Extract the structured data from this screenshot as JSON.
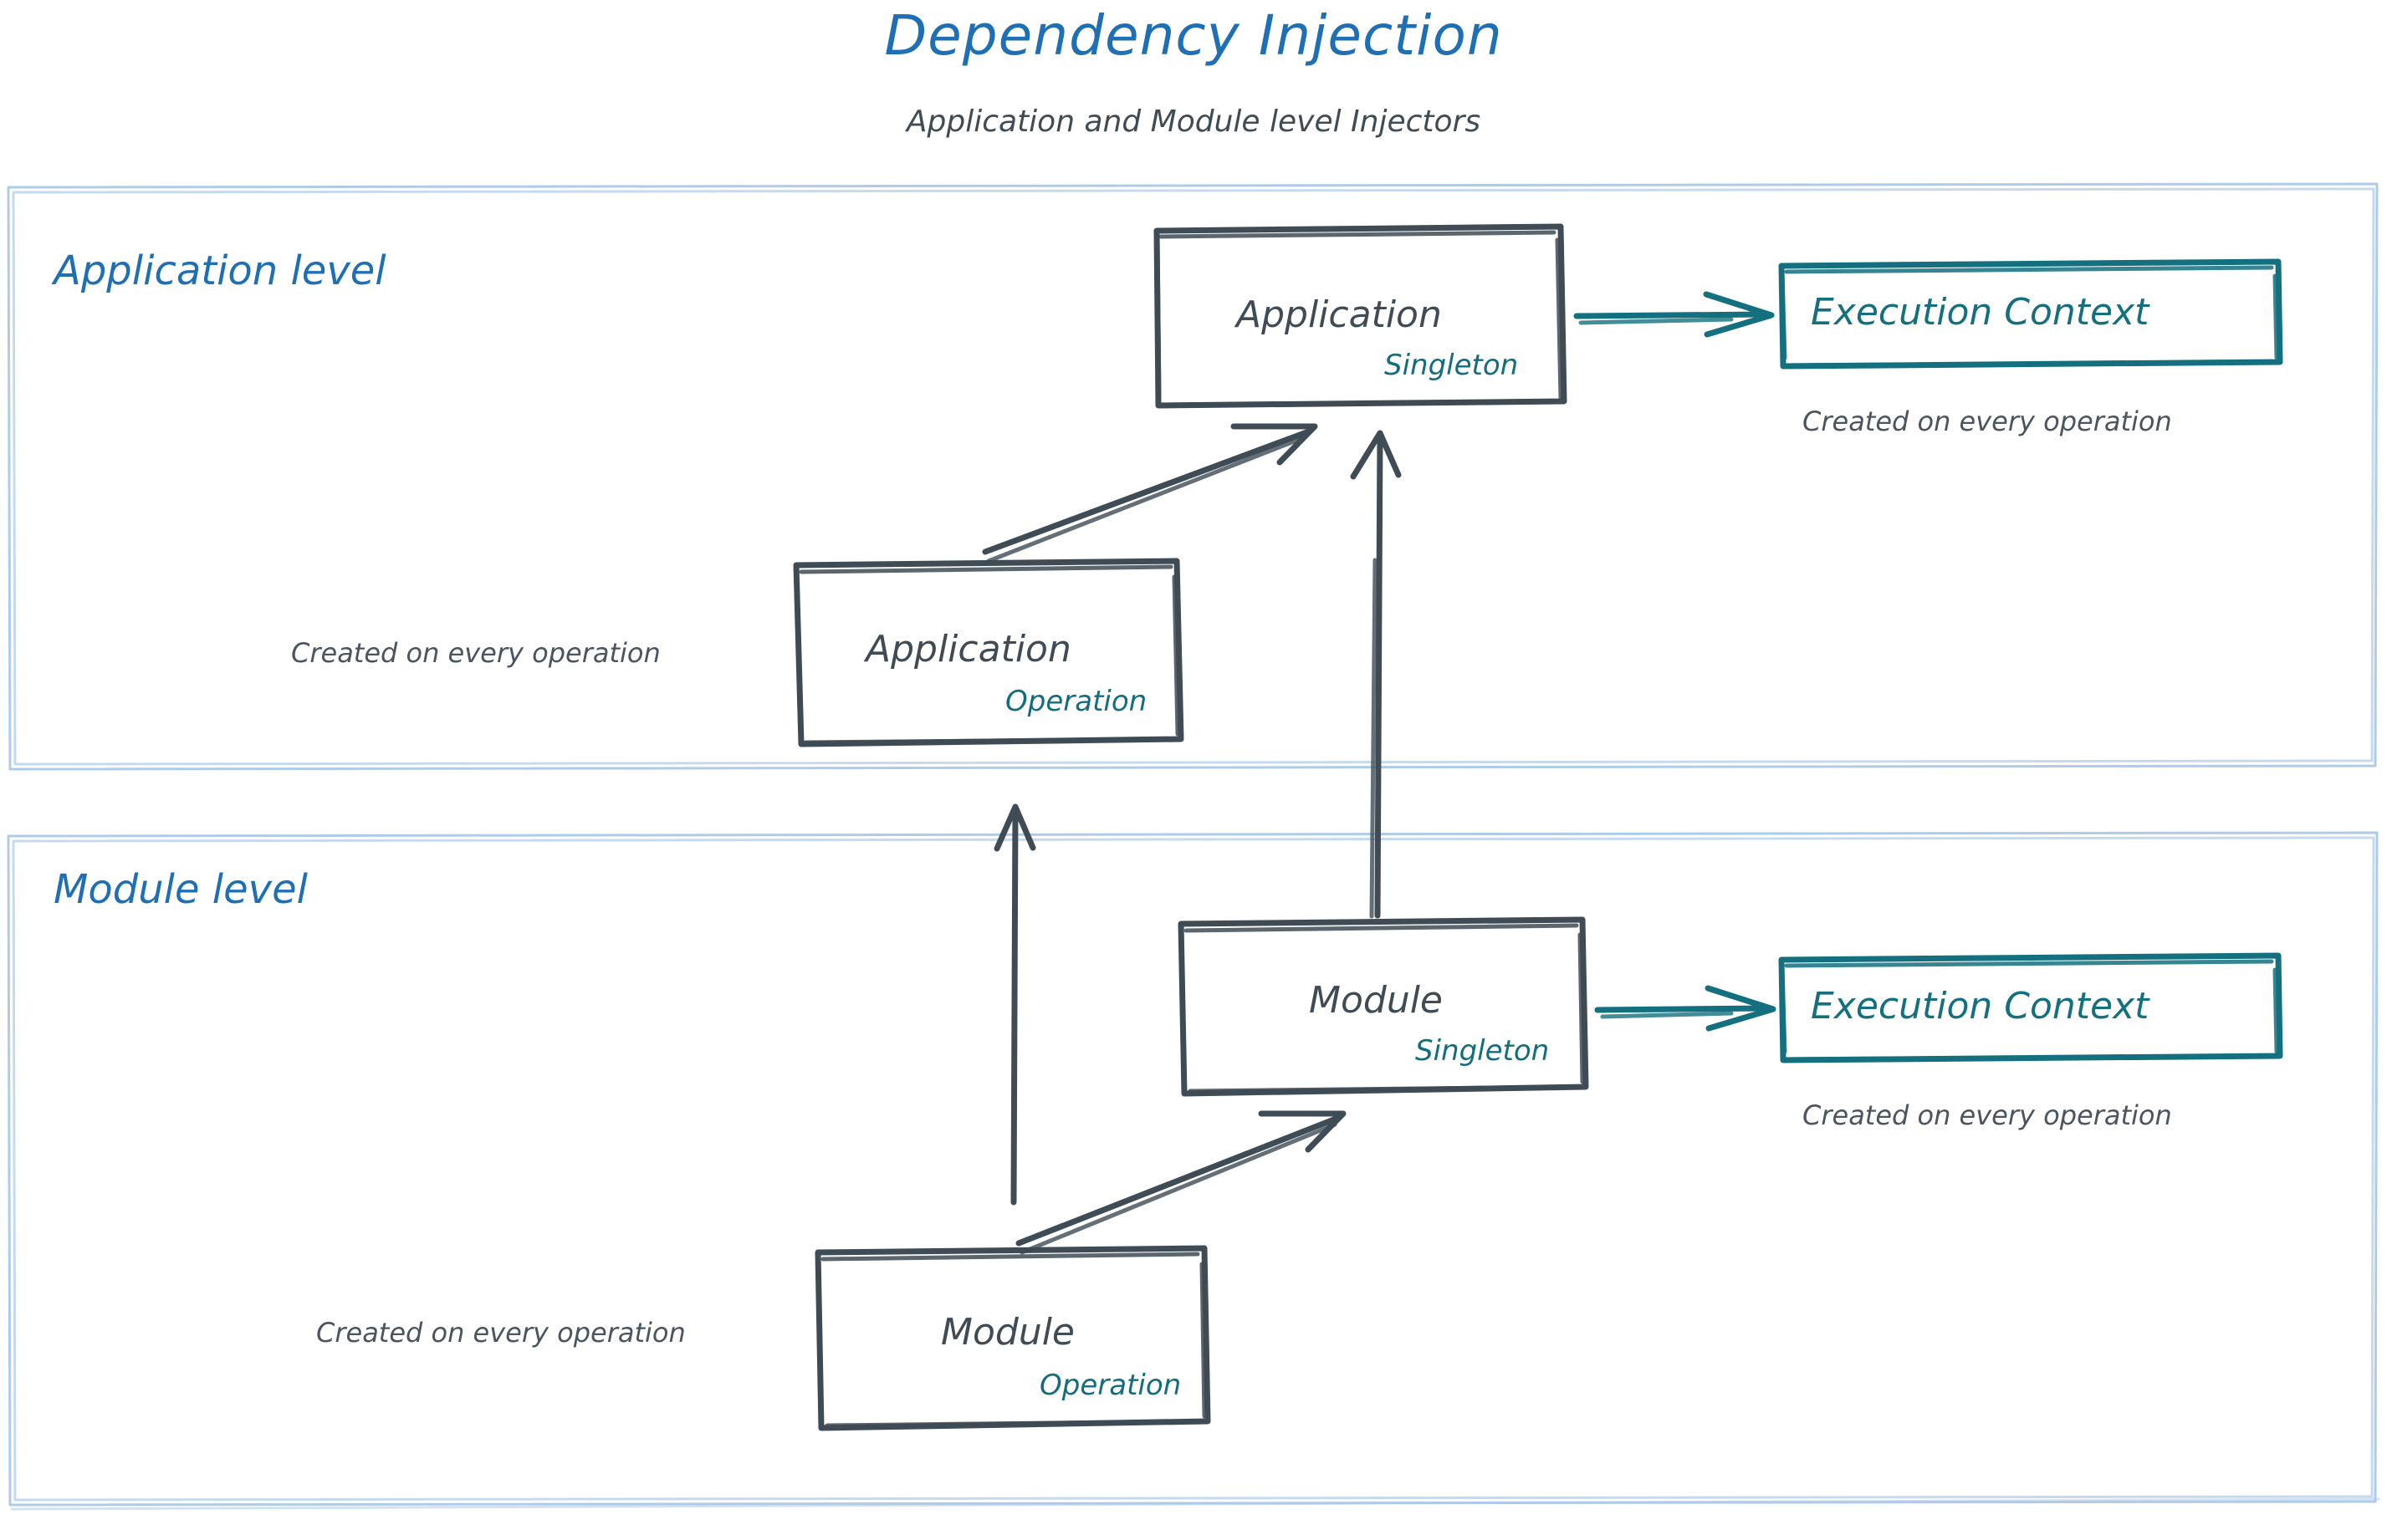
{
  "header": {
    "title": "Dependency Injection",
    "subtitle": "Application and Module level Injectors"
  },
  "colors": {
    "title_blue": "#1f6fb5",
    "lane_border": "#aecbe8",
    "node_stroke": "#3f4b55",
    "scope_teal": "#136d7e",
    "execution_context_teal": "#14707f",
    "note_gray": "#4a555f",
    "background": "#ffffff"
  },
  "lanes": [
    {
      "id": "application-level",
      "label": "Application level"
    },
    {
      "id": "module-level",
      "label": "Module level"
    }
  ],
  "nodes": {
    "application_singleton": {
      "title": "Application",
      "scope": "Singleton"
    },
    "application_operation": {
      "title": "Application",
      "scope": "Operation"
    },
    "module_singleton": {
      "title": "Module",
      "scope": "Singleton"
    },
    "module_operation": {
      "title": "Module",
      "scope": "Operation"
    },
    "execution_context_app": {
      "title": "Execution Context"
    },
    "execution_context_module": {
      "title": "Execution Context"
    }
  },
  "notes": {
    "ec_app_note": "Created on every operation",
    "app_operation_note": "Created on every operation",
    "ec_module_note": "Created on every operation",
    "module_operation_note": "Created on every operation"
  },
  "edges": [
    {
      "id": "app-singleton-to-ec",
      "from": "application_singleton",
      "to": "execution_context_app",
      "color": "#14707f",
      "style": "arrow"
    },
    {
      "id": "app-operation-to-app-singleton",
      "from": "application_operation",
      "to": "application_singleton",
      "color": "#3f4b55",
      "style": "arrow"
    },
    {
      "id": "module-singleton-to-app-singleton",
      "from": "module_singleton",
      "to": "application_singleton",
      "color": "#3f4b55",
      "style": "arrow"
    },
    {
      "id": "module-singleton-to-ec",
      "from": "module_singleton",
      "to": "execution_context_module",
      "color": "#14707f",
      "style": "arrow"
    },
    {
      "id": "module-operation-to-module-singleton",
      "from": "module_operation",
      "to": "module_singleton",
      "color": "#3f4b55",
      "style": "arrow"
    },
    {
      "id": "module-operation-to-application-level",
      "from": "module_operation",
      "to": "application_operation",
      "color": "#3f4b55",
      "style": "arrow"
    }
  ]
}
